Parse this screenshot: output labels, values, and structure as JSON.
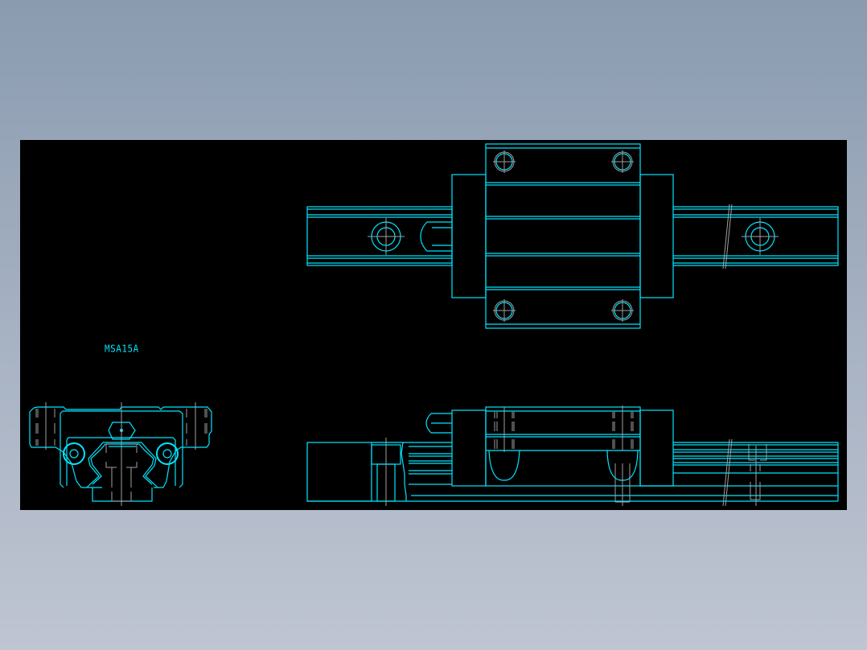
{
  "viewer": {
    "background_top": "#8a9bb0",
    "background_bottom": "#bfc5d2",
    "canvas_color": "#000000"
  },
  "drawing": {
    "part_label": "MSA15A",
    "line_color": "#00e5ff",
    "center_line_color": "#a0a0a0",
    "views": [
      {
        "name": "end-view",
        "description": "Cross-section of carriage on rail"
      },
      {
        "name": "top-view",
        "description": "Plan view of carriage on rail with 4 mounting holes"
      },
      {
        "name": "side-view",
        "description": "Side elevation of carriage on rail"
      }
    ]
  }
}
